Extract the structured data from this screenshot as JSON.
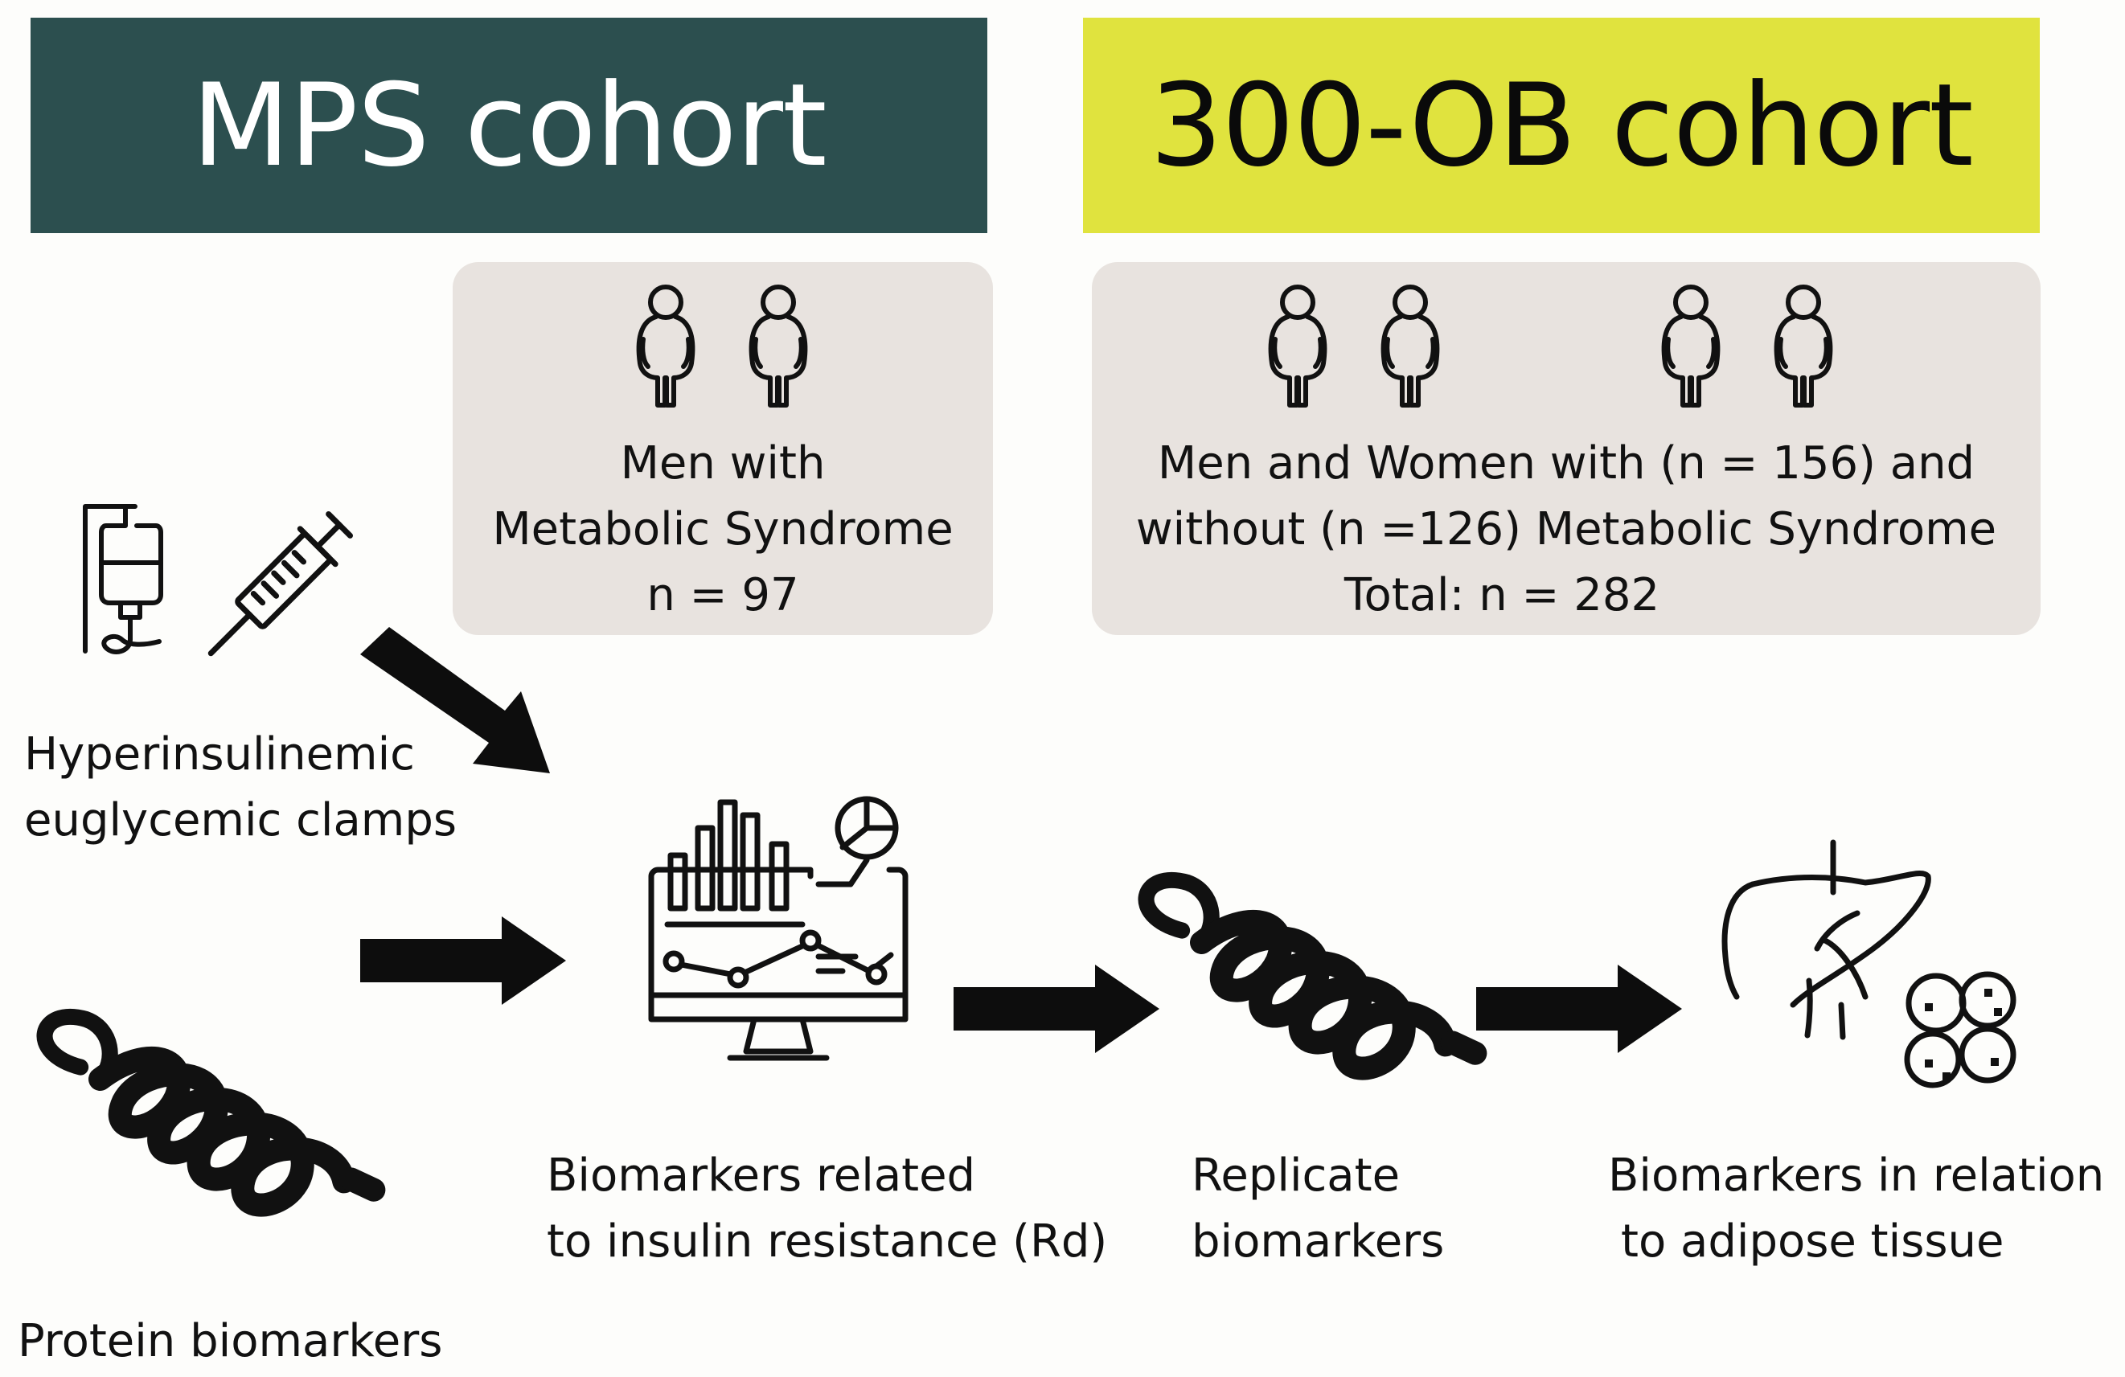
{
  "mps": {
    "banner": "MPS cohort",
    "panel_lines": [
      "Men with",
      "Metabolic Syndrome",
      "n = 97"
    ]
  },
  "ob": {
    "banner": "300-OB cohort",
    "panel_lines": [
      "Men and Women with (n = 156) and",
      "without (n =126) Metabolic Syndrome",
      "Total: n = 282"
    ]
  },
  "labels": {
    "clamp": [
      "Hyperinsulinemic",
      "euglycemic clamps"
    ],
    "protein": "Protein biomarkers",
    "insulin": [
      "Biomarkers related",
      "to insulin resistance (Rd)"
    ],
    "replicate": [
      "Replicate",
      "biomarkers"
    ],
    "adipose": [
      "Biomarkers in relation",
      "to adipose tissue"
    ]
  },
  "colors": {
    "mps_banner": "#2c4f4f",
    "ob_banner": "#e0e33e",
    "panel": "#e8e3df"
  },
  "icons": [
    "person-icon",
    "iv-drip-icon",
    "syringe-icon",
    "protein-helix-icon",
    "dashboard-monitor-icon",
    "liver-icon",
    "fat-cells-icon"
  ]
}
